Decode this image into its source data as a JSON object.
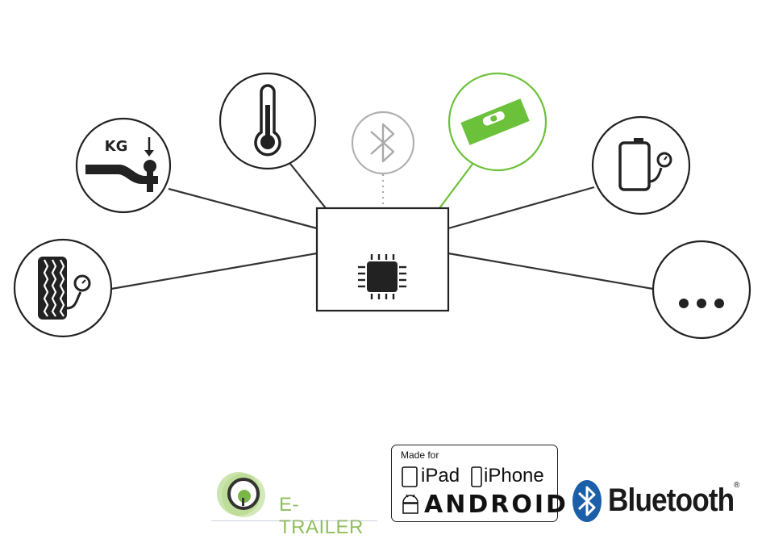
{
  "diagram": {
    "nodes": [
      {
        "id": "tire-pressure",
        "icon": "tire-pressure-icon",
        "label": "",
        "color": "#222222"
      },
      {
        "id": "weight",
        "icon": "hitch-weight-icon",
        "label": "KG",
        "color": "#222222"
      },
      {
        "id": "temperature",
        "icon": "thermometer-icon",
        "label": "",
        "color": "#222222"
      },
      {
        "id": "bluetooth",
        "icon": "bluetooth-icon",
        "label": "",
        "color": "#b0b0b0"
      },
      {
        "id": "level",
        "icon": "spirit-level-icon",
        "label": "",
        "color": "#6cc13a"
      },
      {
        "id": "battery",
        "icon": "battery-gauge-icon",
        "label": "",
        "color": "#222222"
      },
      {
        "id": "more",
        "icon": "ellipsis-icon",
        "label": "",
        "color": "#222222"
      }
    ],
    "hub": {
      "icon": "microchip-icon"
    }
  },
  "logos": {
    "etrailer": {
      "text": "E-TRAILER",
      "color": "#8fbf5a"
    },
    "made_for": {
      "label": "Made for",
      "ipad": "iPad",
      "iphone": "iPhone",
      "android": "ANDROID"
    },
    "bluetooth": {
      "text": "Bluetooth",
      "reg": "®",
      "color": "#1a5fa8"
    }
  }
}
